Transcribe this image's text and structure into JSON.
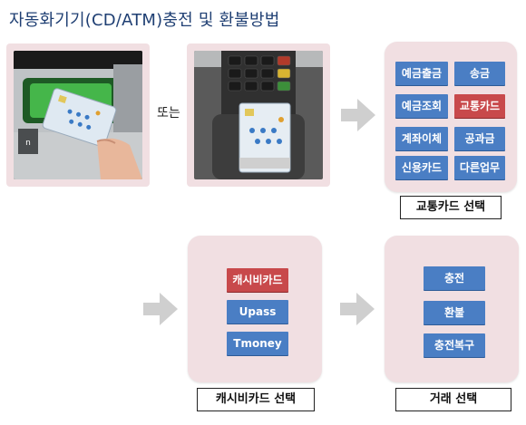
{
  "title": "자동화기기(CD/ATM)충전 및 환불방법",
  "or_label": "또는",
  "step1": {
    "buttons": [
      "예금출금",
      "송금",
      "예금조회",
      "교통카드",
      "계좌이체",
      "공과금",
      "신용카드",
      "다른업무"
    ],
    "highlighted": "교통카드",
    "caption": "교통카드 선택"
  },
  "step2": {
    "buttons": [
      "캐시비카드",
      "Upass",
      "Tmoney"
    ],
    "highlighted": "캐시비카드",
    "caption": "캐시비카드 선택"
  },
  "step3": {
    "buttons": [
      "충전",
      "환불",
      "충전복구"
    ],
    "caption": "거래 선택"
  },
  "colors": {
    "title": "#1f3f73",
    "panel_bg": "#f1dfe2",
    "button_blue": "#4a7ec4",
    "button_red": "#c8494b",
    "arrow": "#cfcfcf"
  },
  "icons": {
    "photo1": "atm-card-slot-photo",
    "photo2": "keypad-card-photo",
    "arrow": "right-arrow-icon"
  }
}
